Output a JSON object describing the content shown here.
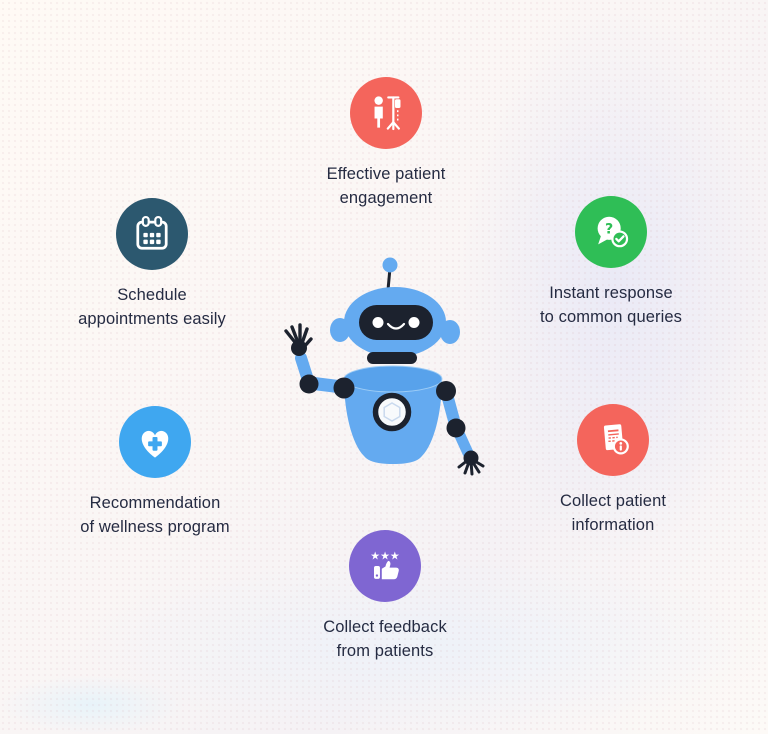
{
  "page": {
    "kind": "chatbot-benefits-infographic",
    "text_color": "#252B42",
    "background_top_left": "#FFFAF5",
    "background_tint": "#EFEFF8"
  },
  "features": [
    {
      "id": "effective-patient-engagement",
      "icon": "patient-iv-icon",
      "badge_color": "#F4655C",
      "line1": "Effective patient",
      "line2": "engagement"
    },
    {
      "id": "schedule-appointments",
      "icon": "calendar-icon",
      "badge_color": "#2C586F",
      "line1": "Schedule",
      "line2": "appointments easily"
    },
    {
      "id": "instant-response",
      "icon": "chat-question-icon",
      "badge_color": "#2FBE56",
      "line1": "Instant response",
      "line2": "to common queries"
    },
    {
      "id": "wellness-recommendation",
      "icon": "heart-cross-icon",
      "badge_color": "#3FA7F0",
      "line1": "Recommendation",
      "line2": "of wellness program"
    },
    {
      "id": "collect-patient-information",
      "icon": "document-info-icon",
      "badge_color": "#F4655C",
      "line1": "Collect patient",
      "line2": "information"
    },
    {
      "id": "collect-feedback",
      "icon": "feedback-stars-icon",
      "badge_color": "#7F66D2",
      "line1": "Collect feedback",
      "line2": "from patients"
    }
  ],
  "center_figure": {
    "name": "chatbot-robot",
    "icon": "waving-robot-illustration",
    "body_color": "#64AAF0",
    "accent_dark": "#1C222E",
    "emblem": "hexagon-badge"
  }
}
